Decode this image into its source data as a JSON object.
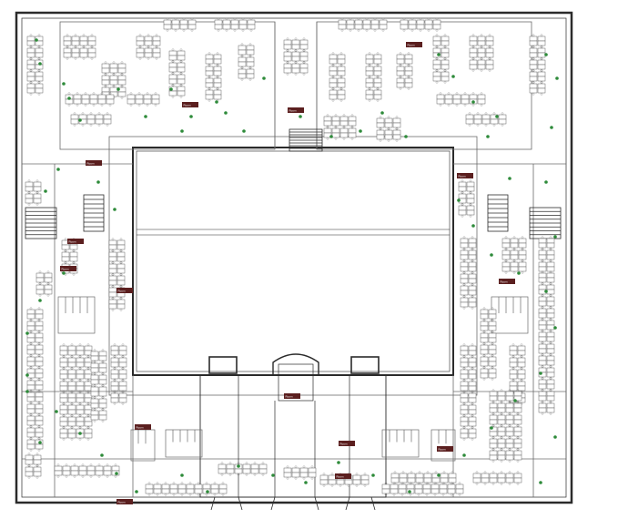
{
  "room_tags": [
    "Room",
    "Room",
    "Room",
    "Room",
    "Room",
    "Room",
    "Room",
    "Room",
    "Room",
    "Room",
    "Room",
    "Room",
    "Room",
    "Room",
    "Room"
  ],
  "plant_color": "#2e8b3a",
  "tag_color": "#5b1f1f",
  "wall_color": "#2b2b2b",
  "line_color": "#6b6b6b",
  "watermark": ""
}
